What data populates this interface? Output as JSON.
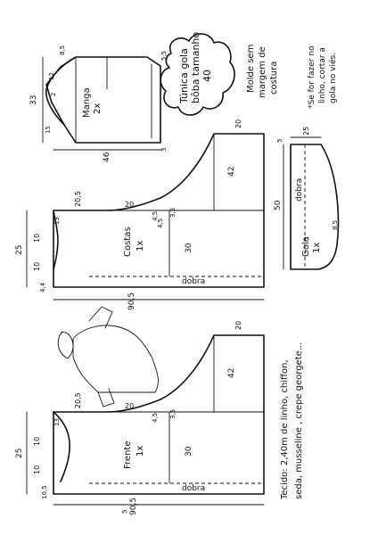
{
  "title": {
    "line1": "Túnica gola",
    "line2": "bôba tamanho",
    "line3": "40"
  },
  "seam_note": {
    "line1": "Molde sem",
    "line2": "margem de",
    "line3": "costura"
  },
  "tip_note": {
    "line1": "*Se for fazer no",
    "line2": "linho, cortar a",
    "line3": "gola no viés."
  },
  "fabric_note": {
    "line1": "Tecido: 2,40m de linho, chiffon,",
    "line2": "seda, musseline , crepe georgete..."
  },
  "sleeve": {
    "label": "Manga",
    "qty": "2x",
    "width": "46",
    "height": "33",
    "m1": "8,5",
    "m2": "12",
    "m3": "2",
    "m4": "15",
    "m5": "3",
    "m6": "5,5"
  },
  "collar": {
    "label": "Gola",
    "qty": "1x",
    "fold": "dobra",
    "length": "50",
    "height": "25",
    "m1": "5",
    "m2": "8,5"
  },
  "back": {
    "label": "Costas",
    "qty": "1x",
    "fold": "dobra",
    "m_25": "25",
    "m_10": "10",
    "m_9": "10",
    "m_4": "4,4",
    "m_13": "13",
    "m_205": "20,5",
    "m_20": "20",
    "m_45": "4,5",
    "m_35": "3,5",
    "m_30": "30",
    "m_42": "42",
    "m_20b": "20",
    "m_bottom": "90,5",
    "m_small": "4,5"
  },
  "front": {
    "label": "Frente",
    "qty": "1x",
    "fold": "dobra",
    "m_25": "25",
    "m_10": "10",
    "m_9": "10",
    "m_13": "13",
    "m_205": "20,5",
    "m_20": "20",
    "m_45": "4,5",
    "m_35": "3,5",
    "m_30": "30",
    "m_42": "42",
    "m_20b": "20",
    "m_bottom": "90,5",
    "m_small": "5",
    "m_105": "10,5"
  }
}
